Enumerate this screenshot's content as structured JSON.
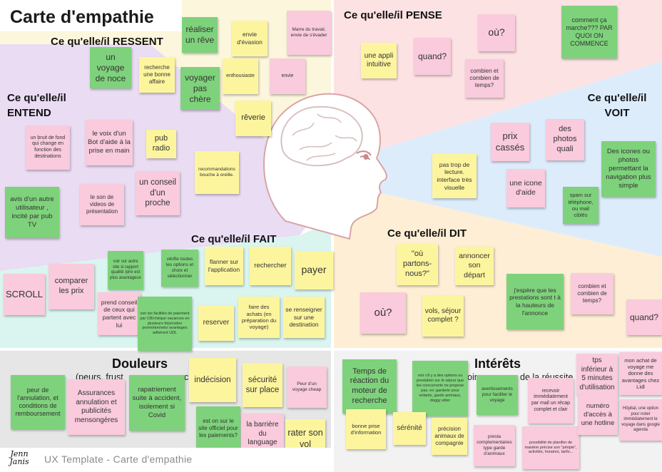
{
  "title": "Carte d'empathie",
  "footer": "UX Template - Carte d'empathie",
  "logo": "Jenn Janis",
  "colors": {
    "yellow_note": "#fdf59e",
    "pink_note": "#f9cbdc",
    "green_note": "#7ed27b",
    "zone_ressent": "#fcf6dd",
    "zone_pense": "#fde2e4",
    "zone_entend": "#e9dcf3",
    "zone_voit": "#ddecfb",
    "zone_fait": "#daf5ef",
    "zone_dit": "#fdeed5",
    "zone_douleurs": "#e6e6e6",
    "zone_interets": "#f2f2f2"
  },
  "sections": {
    "ressent": {
      "title": "Ce qu'elle/il RESSENT",
      "notes": [
        "un voyage de noce",
        "réaliser un rêve",
        "envie d'évasion",
        "Marre du travail, envie de s'évader",
        "recherche une bonne affaire",
        "voyager pas chère",
        "enthousiaste",
        "envie",
        "rêverie"
      ]
    },
    "pense": {
      "title": "Ce qu'elle/il PENSE",
      "notes": [
        "une appli intuitive",
        "quand?",
        "où?",
        "combien et combien de temps?",
        "comment ça marche??? PAR QUOI ON COMMENCE"
      ]
    },
    "entend": {
      "title": "Ce qu'elle/il ENTEND",
      "notes": [
        "un bruit de fond qui change en fonction des destinations",
        "le voix d'un Bot d'aide à la prise en main",
        "pub radio",
        "avis d'un autre utilisateur , incité par pub TV",
        "le son de videos de présentation",
        "un conseil d'un proche",
        "recommandations bouche à oreille."
      ]
    },
    "voit": {
      "title": "Ce qu'elle/il VOIT",
      "notes": [
        "prix cassés",
        "des photos quali",
        "Des icones ou photos permettant la navigation plus simple",
        "pas trop de lecture. interface très visuelle",
        "une icone d'aide",
        "spam sur téléphone, ou mail ciblés"
      ]
    },
    "fait": {
      "title": "Ce qu'elle/il FAIT",
      "notes": [
        "voir sur autre site si rapport qualité /prix est plus avantageux",
        "vérifie toutes les options et choix et sélectionner",
        "flanner sur l'application",
        "rechercher",
        "payer",
        "SCROLL",
        "comparer les prix",
        "prend conseil de ceux qui partent avec lui",
        "voir les facilités de paiement par CB/chèque vacances en plusieurs fois/codes promotionnels/ avantages adhérent UDL",
        "reserver",
        "faire des achats (en préparation du voyage)",
        "se renseigner sur une destination"
      ]
    },
    "dit": {
      "title": "Ce qu'elle/il DIT",
      "notes": [
        "\"où partons- nous?\"",
        "annoncer son départ",
        "j'espère que les prestations sont t à la hauteurs de l'annonce",
        "combien et combien de temps?",
        "où?",
        "vols, séjour complet ?",
        "quand?"
      ]
    },
    "douleurs": {
      "title": "Douleurs",
      "subtitle": "(peurs, frust",
      "subtitle_end": "ci",
      "notes": [
        "peur de l'annulation, et conditions de remboursement",
        "Assurances annulation et publicités mensongères",
        "rapatriement suite à accident, isolement si Covid",
        "indécision",
        "sécurité sur place",
        "Peur d'un voyage cheap",
        "est on sur le site officiel pour les paiements?",
        "la barrière du language",
        "rater son vol"
      ]
    },
    "interets": {
      "title": "Intérêts",
      "subtitle": "oin",
      "subtitle_end": "de la réussite",
      "notes": [
        "Temps de réaction du moteur de recherche",
        "voir s'il y a des options ou prestation sur le séjour que les concurrents ne propose pas. ex: garderie pour enfants, garde animaux, doggy sitter",
        "avertissements pour faciliter le voyage",
        "recevoir immédiatement par mail un récap complet et clair",
        "tps inférieur à 5 minutes d'utilisation",
        "mon achat de voyage me donne des avantages chez Lidl",
        "bonne prise d'information",
        "sérénité",
        "précision animaux de compagnie",
        "presta complementaires type garde d'animaux",
        "possibilité de planifier de manière précise son \"périple\", activités, horaires, tarifs...",
        "numéro d'accès à une hotline",
        "Hôpital, une option pour noter immédiatement le voyage dans google agenda"
      ]
    }
  }
}
